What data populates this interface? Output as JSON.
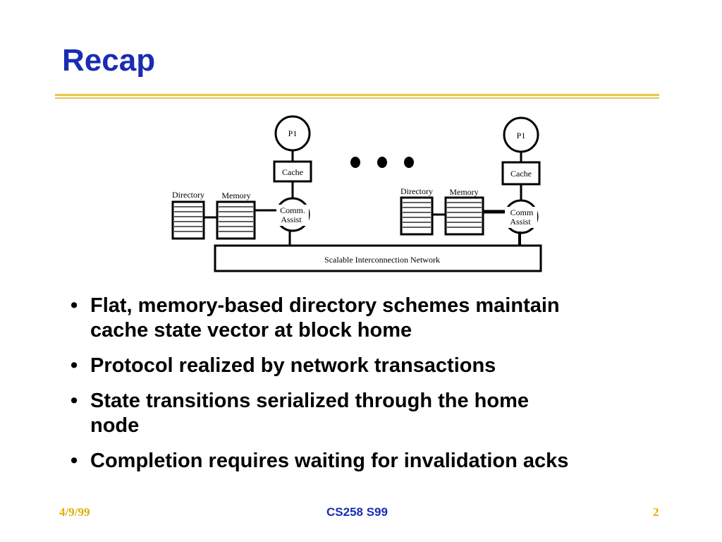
{
  "slide": {
    "title": "Recap"
  },
  "diagram": {
    "left_node": {
      "processor": "P1",
      "cache": "Cache",
      "comm_assist_line1": "Comm.",
      "comm_assist_line2": "Assist",
      "directory": "Directory",
      "memory": "Memory"
    },
    "right_node": {
      "processor": "P1",
      "cache": "Cache",
      "comm_assist_line1": "Comm",
      "comm_assist_line2": "Assist",
      "directory": "Directory",
      "memory": "Memory"
    },
    "network": "Scalable Interconnection Network"
  },
  "bullets": [
    {
      "line1": "Flat, memory-based directory schemes maintain",
      "line2": "cache state vector at block home"
    },
    {
      "line1": "Protocol realized by network transactions",
      "line2": ""
    },
    {
      "line1": "State transitions serialized through the home",
      "line2": "node"
    },
    {
      "line1": "Completion requires waiting for invalidation acks",
      "line2": ""
    }
  ],
  "bullet_glyph": "•",
  "footer": {
    "date": "4/9/99",
    "course": "CS258 S99",
    "page": "2"
  },
  "colors": {
    "title": "#1a2cb4",
    "rule": "#e8c64a",
    "footer_side": "#e0b000",
    "footer_center": "#1a2cb4"
  }
}
